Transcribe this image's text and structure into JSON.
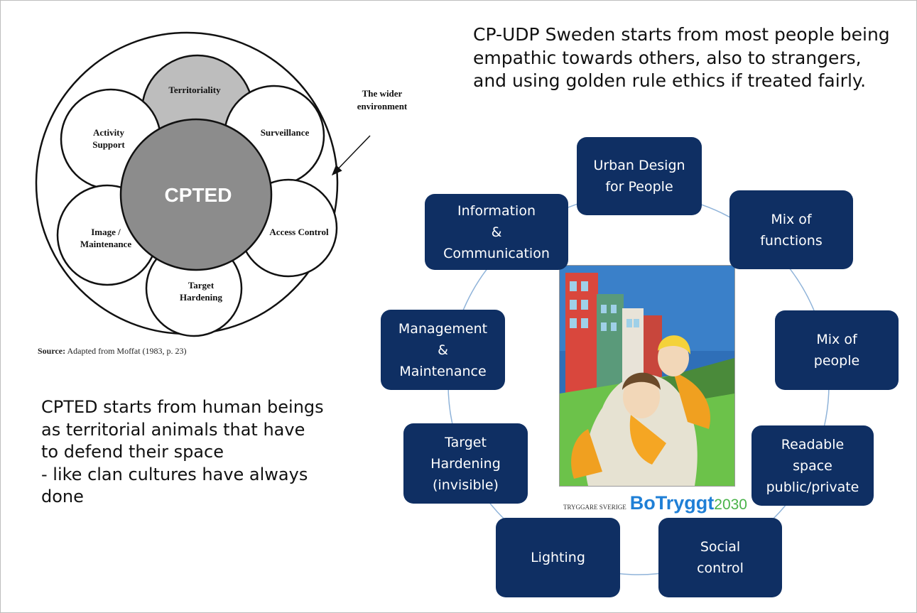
{
  "cpted_diagram": {
    "center": "CPTED",
    "territoriality": "Territoriality",
    "surveillance": "Surveillance",
    "activity_support": [
      "Activity",
      "Support"
    ],
    "access_control": "Access Control",
    "image_maintenance": [
      "Image /",
      "Maintenance"
    ],
    "target_hardening": [
      "Target",
      "Hardening"
    ],
    "wider_environment": [
      "The wider",
      "environment"
    ],
    "source_label": "Source:",
    "source_text": "Adapted from Moffat (1983, p. 23)"
  },
  "cpted_text": "CPTED starts from human beings as territorial animals that have to defend their space\n- like clan cultures have always done",
  "cpudp_text": "CP-UDP Sweden starts from most people being empathic towards others, also to strangers, and using golden rule ethics if treated fairly.",
  "cycle_nodes": [
    {
      "label": "Urban Design\nfor People"
    },
    {
      "label": "Mix of\nfunctions"
    },
    {
      "label": "Mix of\npeople"
    },
    {
      "label": "Readable\nspace\npublic/private"
    },
    {
      "label": "Social\ncontrol"
    },
    {
      "label": "Lighting"
    },
    {
      "label": "Target\nHardening\n(invisible)"
    },
    {
      "label": "Management\n&\nMaintenance"
    },
    {
      "label": "Information\n&\nCommunication"
    }
  ],
  "brand": {
    "small": "TRYGGARE SVERIGE",
    "name": "BoTryggt",
    "year": "2030"
  },
  "colors": {
    "node_fill": "#0f2f63",
    "cycle_line": "#8fb3d9",
    "center_fill": "#8c8c8c",
    "territoriality_fill": "#bdbdbd",
    "brand_blue": "#1f7fd6",
    "brand_green": "#4ab34a"
  }
}
